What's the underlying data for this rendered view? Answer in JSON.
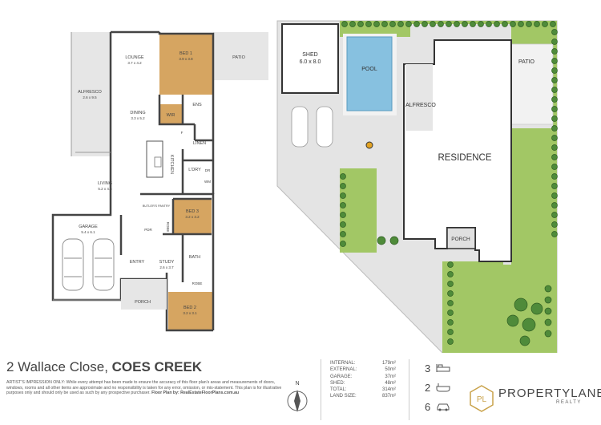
{
  "address": {
    "street": "2 Wallace Close,",
    "suburb": "COES CREEK"
  },
  "disclaimer": {
    "lead": "ARTIST'S IMPRESSION ONLY:",
    "body": "While every attempt has been made to ensure the accuracy of this floor plan's areas and measurements of doors, windows, rooms and all other items are approximate and no responsibility is taken for any error, omission, or mis-statement. This plan is for illustrative purposes only and should only be used as such by any prospective purchaser.",
    "credit": "Floor Plan by: RealEstateFloorPlans.com.au"
  },
  "compass_label": "N",
  "stats": [
    {
      "label": "INTERNAL:",
      "value": "179m²"
    },
    {
      "label": "EXTERNAL:",
      "value": "50m²"
    },
    {
      "label": "GARAGE:",
      "value": "37m²"
    },
    {
      "label": "SHED:",
      "value": "48m²"
    },
    {
      "label": "TOTAL:",
      "value": "314m²"
    },
    {
      "label": "LAND SIZE:",
      "value": "837m²"
    }
  ],
  "counts": {
    "beds": "3",
    "baths": "2",
    "cars": "6"
  },
  "icons": {
    "beds": "bed-icon",
    "baths": "bath-icon",
    "cars": "car-icon",
    "compass": "compass-icon",
    "logo": "pl-logo-icon"
  },
  "brand": {
    "name": "PROPERTYLANE",
    "sub": "REALTY",
    "logo_letters": "PL"
  },
  "floor_plan": {
    "bed1": {
      "name": "BED 1",
      "size": "3.9 x 3.8"
    },
    "lounge": {
      "name": "LOUNGE",
      "size": "3.7 x 4.2"
    },
    "patio": {
      "name": "PATIO"
    },
    "alfresco": {
      "name": "ALFRESCO",
      "size": "2.6 x 9.5"
    },
    "dining": {
      "name": "DINING",
      "size": "3.3 x 5.2"
    },
    "wir": {
      "name": "WIR"
    },
    "ens": {
      "name": "ENS"
    },
    "linen": {
      "name": "LINEN"
    },
    "kitchen": {
      "name": "KITCHEN"
    },
    "laundry": {
      "name": "L'DRY"
    },
    "dr": {
      "name": "DR"
    },
    "wm": {
      "name": "WM"
    },
    "fridge": {
      "name": "F"
    },
    "living": {
      "name": "LIVING",
      "size": "5.2 x 4.6"
    },
    "butlers": {
      "name": "BUTLER'S PANTRY"
    },
    "bed3": {
      "name": "BED 3",
      "size": "3.2 x 3.2"
    },
    "pdr": {
      "name": "PDR"
    },
    "robe": {
      "name": "ROBE"
    },
    "garage": {
      "name": "GARAGE",
      "size": "5.4 x 6.1"
    },
    "entry": {
      "name": "ENTRY"
    },
    "study": {
      "name": "STUDY",
      "size": "2.6 x 3.7"
    },
    "bath": {
      "name": "BATH"
    },
    "robe2": {
      "name": "ROBE"
    },
    "porch": {
      "name": "PORCH"
    },
    "bed2": {
      "name": "BED 2",
      "size": "3.2 x 3.1"
    }
  },
  "site_plan": {
    "shed": {
      "name": "SHED",
      "size": "6.0 x 8.0"
    },
    "pool": {
      "name": "POOL"
    },
    "patio": {
      "name": "PATIO"
    },
    "alfresco": {
      "name": "ALFRESCO"
    },
    "residence": {
      "name": "RESIDENCE"
    },
    "porch": {
      "name": "PORCH"
    }
  }
}
